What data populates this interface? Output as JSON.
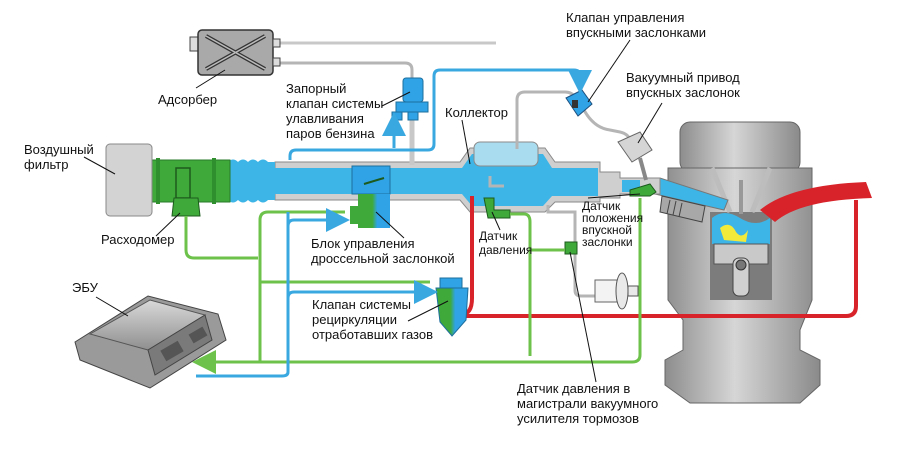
{
  "diagram": {
    "title": "",
    "colors": {
      "air_intake": "#3db5e6",
      "air_intake_light": "#a9dcef",
      "electrical_wiring": "#6cc24a",
      "vacuum_line": "#3aa8e0",
      "exhaust_recirculation": "#d8232a",
      "component_green": "#3faa3a",
      "metal_gray": "#b4b4b4",
      "fuel_mixture": "#f2ea3a"
    },
    "labels": {
      "adsorber": "Адсорбер",
      "shutoff_valve": [
        "Запорный",
        "клапан системы",
        "улавливания",
        "паров бензина"
      ],
      "collector": "Коллектор",
      "intake_flap_control_valve": [
        "Клапан управления",
        "впускными заслонками"
      ],
      "intake_flap_vacuum_actuator": [
        "Вакуумный привод",
        "впускных заслонок"
      ],
      "air_filter": [
        "Воздушный",
        "фильтр"
      ],
      "flowmeter": "Расходомер",
      "throttle_control_unit": [
        "Блок управления",
        "дроссельной заслонкой"
      ],
      "pressure_sensor": [
        "Датчик",
        "давления"
      ],
      "intake_flap_position_sensor": [
        "Датчик",
        "положения",
        "впускной",
        "заслонки"
      ],
      "ecu": "ЭБУ",
      "egr_valve": [
        "Клапан системы",
        "рециркуляции",
        "отработавших газов"
      ],
      "brake_booster_pressure_sensor": [
        "Датчик давления в",
        "магистрали вакуумного",
        "усилителя тормозов"
      ]
    }
  }
}
